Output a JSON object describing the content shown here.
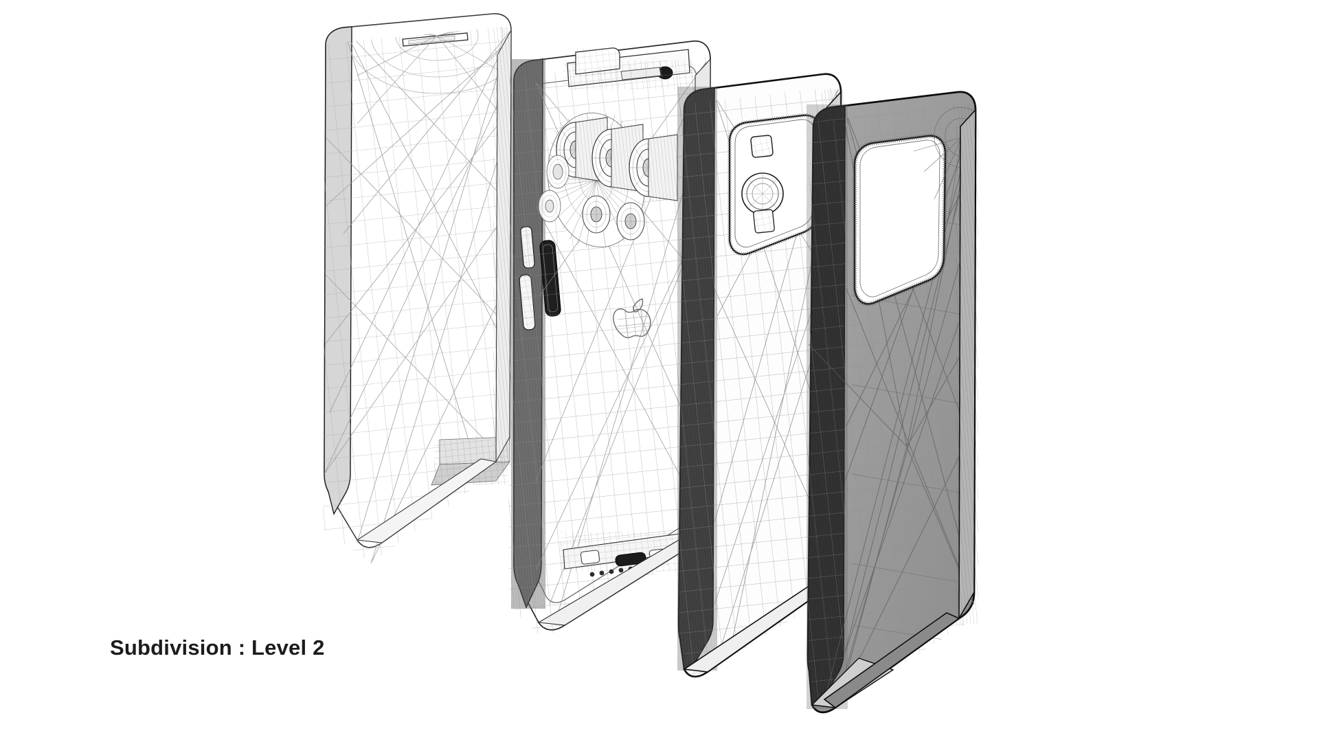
{
  "scene": {
    "background_color": "#ffffff",
    "render_style": "wireframe",
    "subject": "exploded-view smartphone",
    "caption": "Subdivision : Level 2",
    "caption_color": "#1c1c1c"
  },
  "colors": {
    "background": "#ffffff",
    "wire_light": "#9a9a9a",
    "wire_mid": "#6e6e6e",
    "wire_dark": "#2b2b2b",
    "edge_black": "#111111",
    "panel_white": "#ffffff",
    "panel_light_gray": "#f2f2f2",
    "panel_mid_gray": "#c8c8c8",
    "panel_dark_gray": "#9b9b9b",
    "panel_shadow_gray": "#7d7d7d",
    "caption": "#1c1c1c"
  },
  "parts": [
    {
      "id": "front-glass",
      "label": "Front glass / display panel",
      "order": 1,
      "fill": "#ffffff",
      "wire": "#9a9a9a"
    },
    {
      "id": "mid-frame",
      "label": "Mid-frame chassis with side buttons",
      "order": 2,
      "fill": "#ffffff",
      "wire": "#8a8a8a"
    },
    {
      "id": "camera-lens-stack",
      "label": "Camera lens module stack",
      "order": 3,
      "fill": "#ffffff",
      "wire": "#6e6e6e"
    },
    {
      "id": "back-housing",
      "label": "Back housing with camera bump cutout",
      "order": 4,
      "fill": "#fafafa",
      "wire": "#8a8a8a"
    },
    {
      "id": "back-glass",
      "label": "Rear glass panel",
      "order": 5,
      "fill": "#9b9b9b",
      "wire": "#5e5e5e"
    }
  ],
  "features": {
    "notch": "display notch cutout",
    "apple_logo": "apple-logo",
    "volume_buttons": 2,
    "power_button": 1,
    "mute_switch": 1,
    "speaker_holes": 6,
    "lightning_port": 1,
    "camera_lenses": 3,
    "flash": 1,
    "lidar": 1
  }
}
